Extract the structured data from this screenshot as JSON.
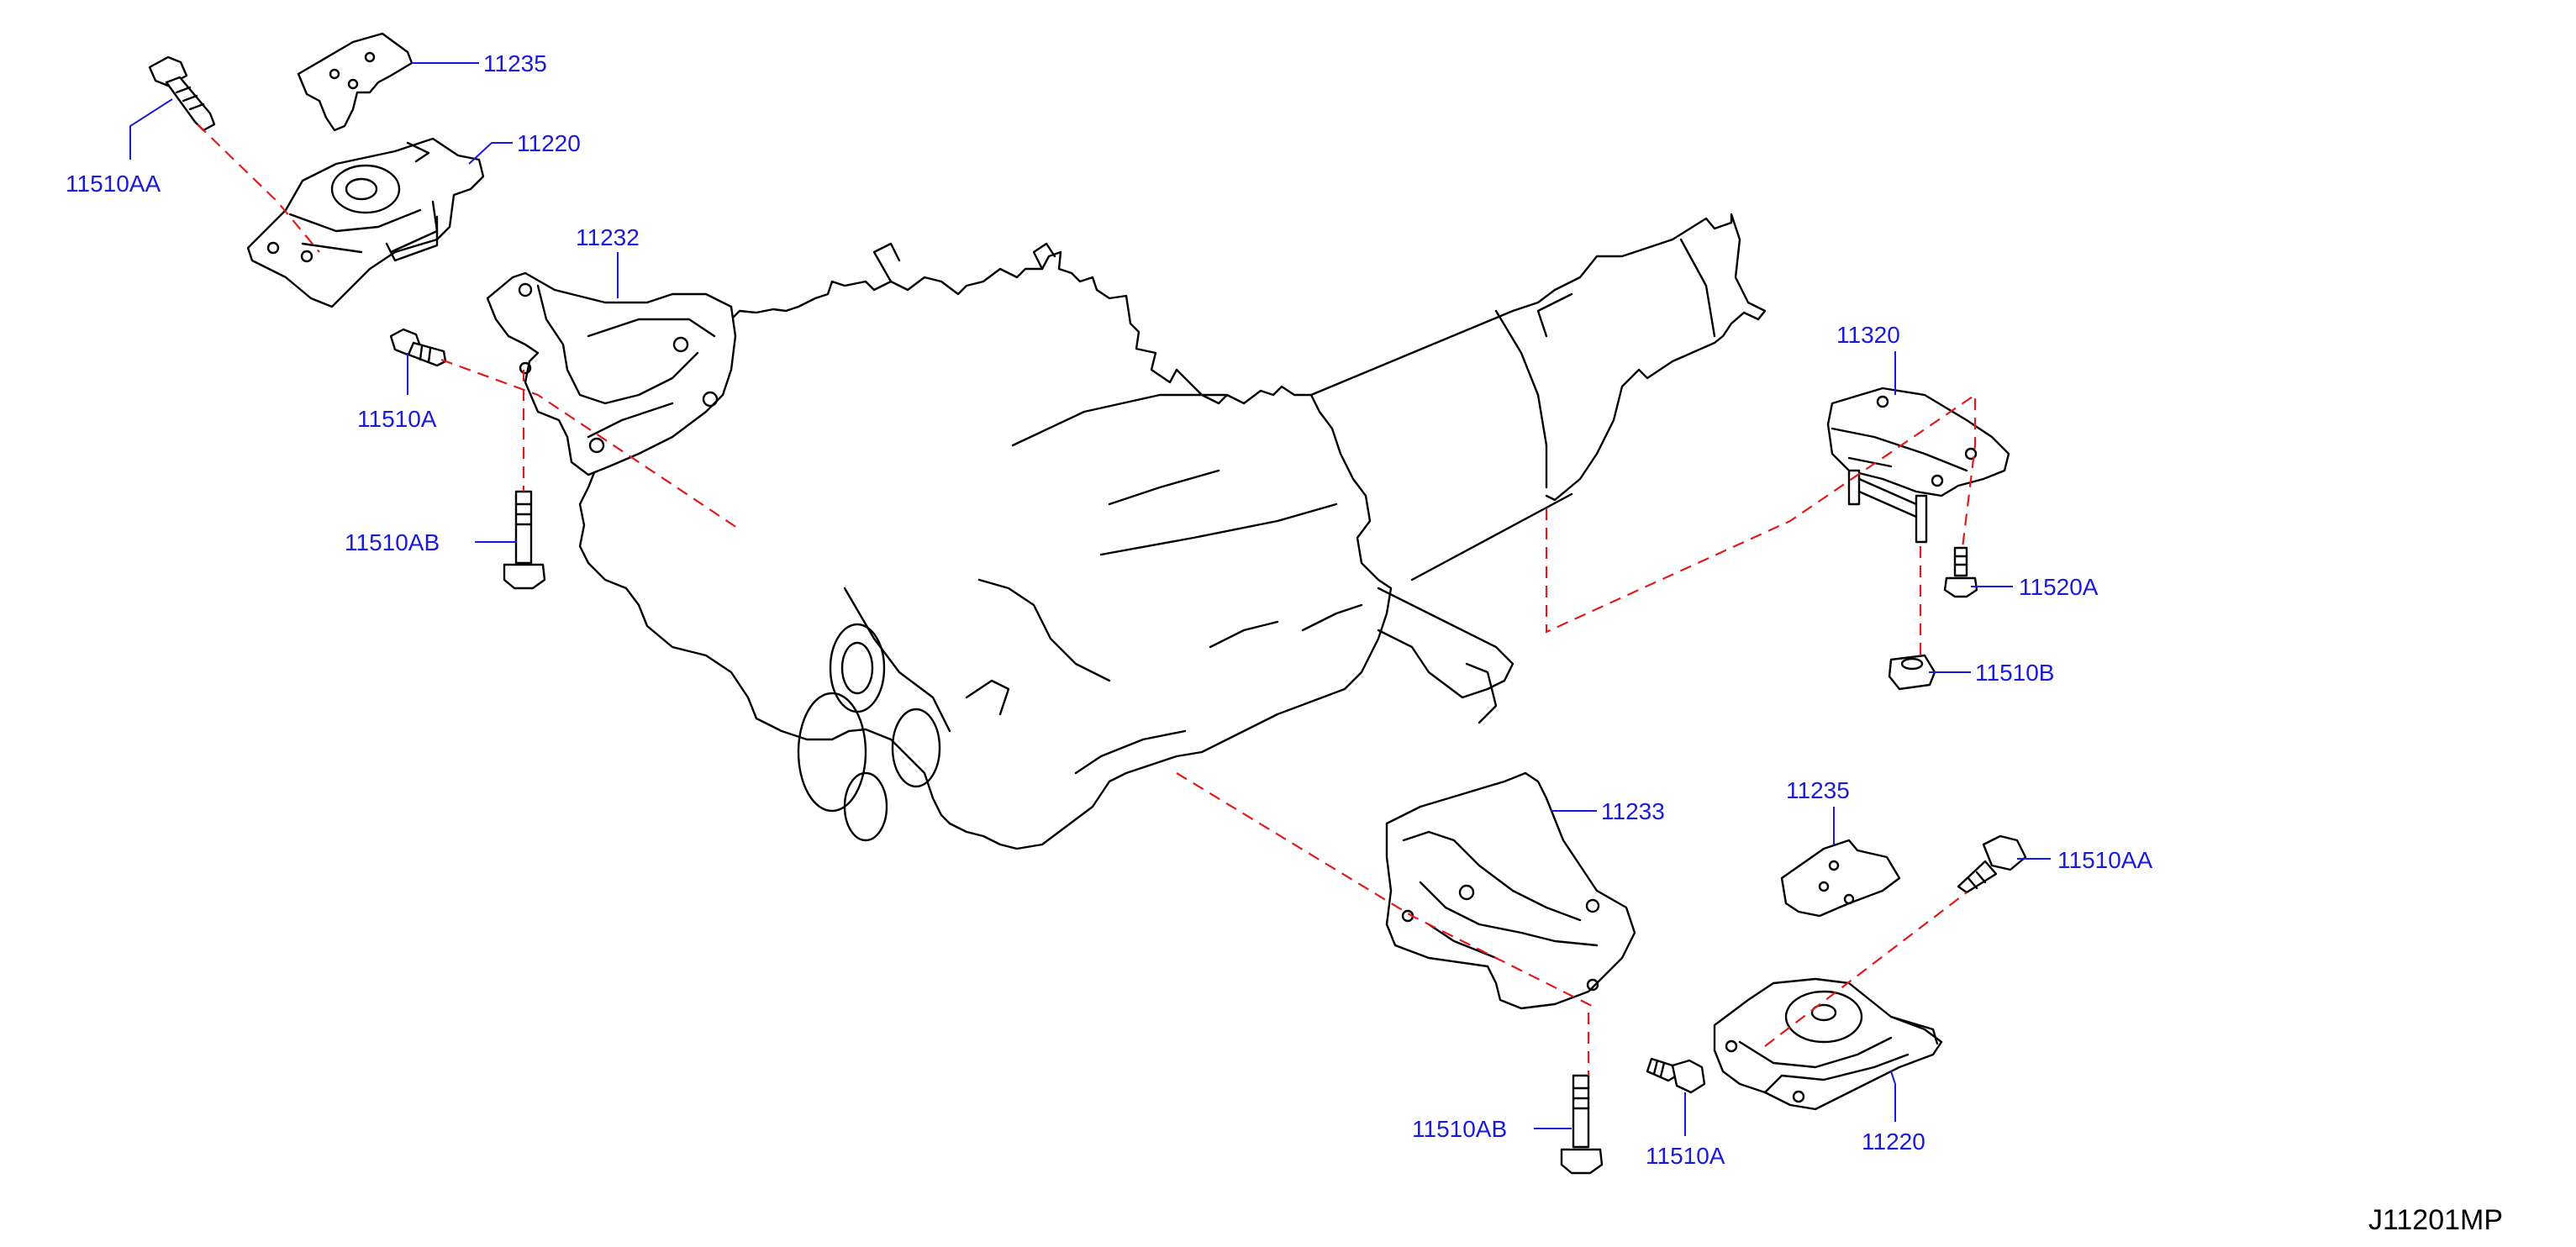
{
  "diagram": {
    "id_code": "J11201MP",
    "colors": {
      "callout": "#1a1adb",
      "assembly_line": "#e01b1b",
      "linework": "#000000",
      "background": "#ffffff"
    },
    "callouts": [
      {
        "key": "c1",
        "label": "11235"
      },
      {
        "key": "c2",
        "label": "11510AA"
      },
      {
        "key": "c3",
        "label": "11220"
      },
      {
        "key": "c4",
        "label": "11232"
      },
      {
        "key": "c5",
        "label": "11510A"
      },
      {
        "key": "c6",
        "label": "11510AB"
      },
      {
        "key": "c7",
        "label": "11320"
      },
      {
        "key": "c8",
        "label": "11520A"
      },
      {
        "key": "c9",
        "label": "11510B"
      },
      {
        "key": "c10",
        "label": "11233"
      },
      {
        "key": "c11",
        "label": "11235"
      },
      {
        "key": "c12",
        "label": "11510AA"
      },
      {
        "key": "c13",
        "label": "11510AB"
      },
      {
        "key": "c14",
        "label": "11510A"
      },
      {
        "key": "c15",
        "label": "11220"
      }
    ]
  }
}
